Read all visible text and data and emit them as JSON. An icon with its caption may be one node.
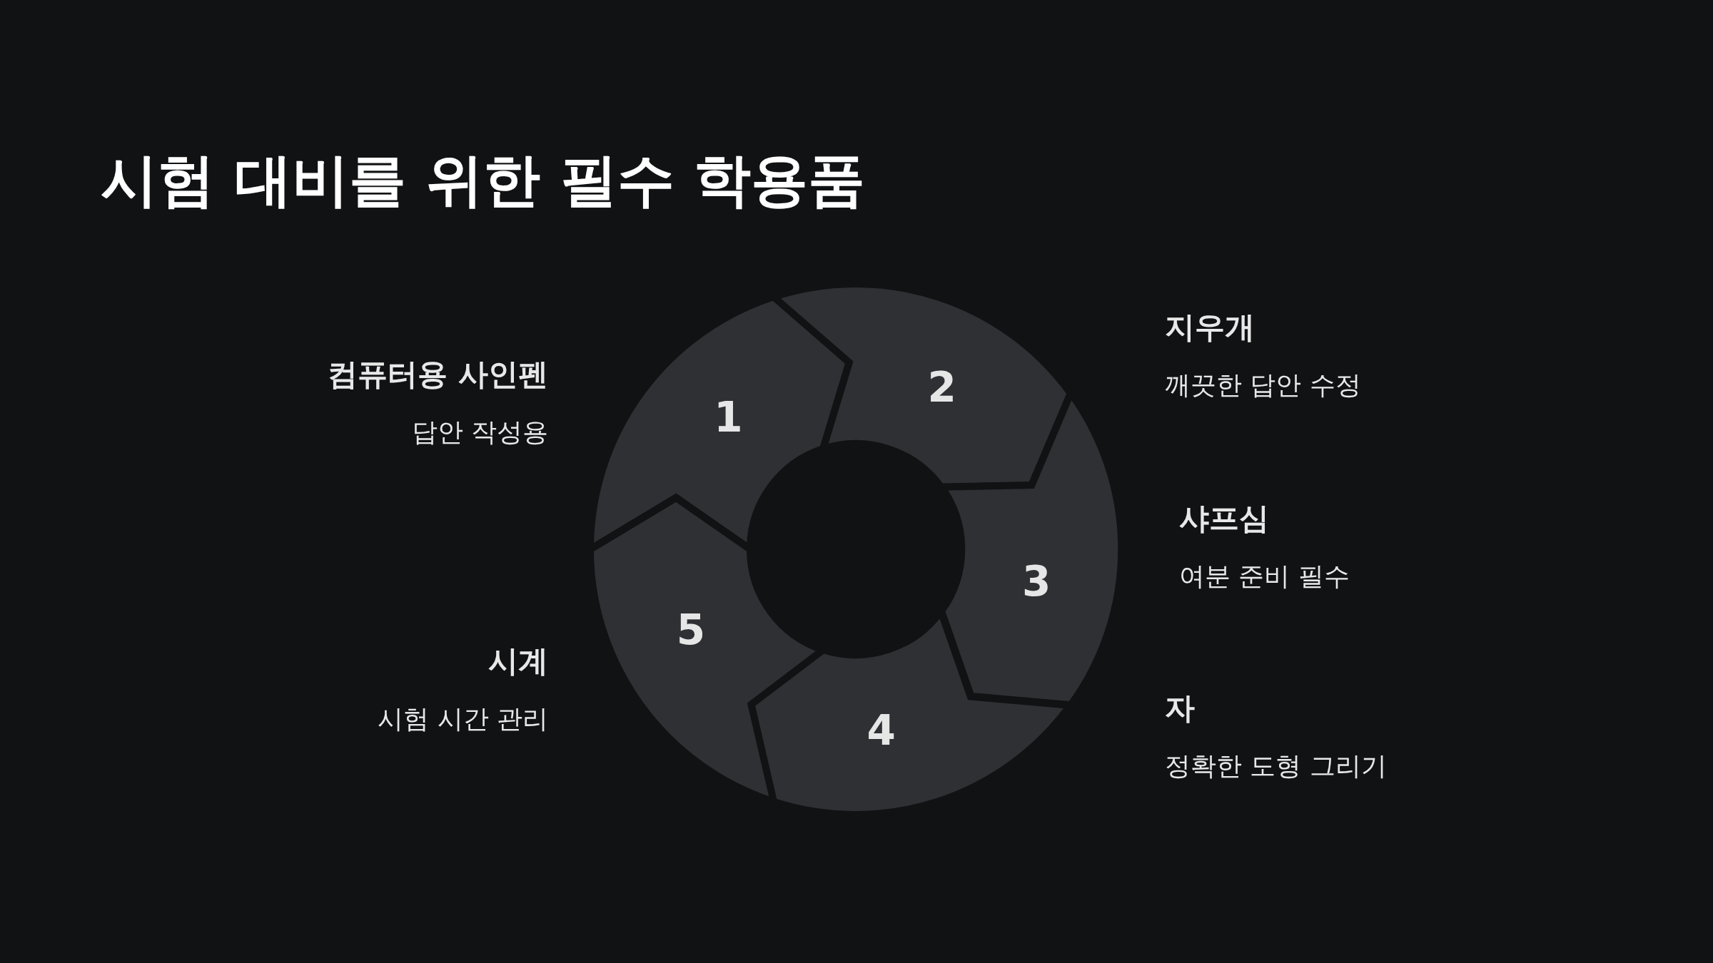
{
  "diagram": {
    "title": "시험 대비를 위한 필수 학용품",
    "nodes": [
      {
        "text": [
          "1"
        ]
      },
      {
        "text": [
          "2"
        ]
      },
      {
        "text": [
          "3"
        ]
      },
      {
        "text": [
          "4"
        ]
      },
      {
        "text": [
          "5"
        ]
      }
    ],
    "labels": [
      "지우개",
      "깨끗한 답안 수정",
      "컴퓨터용 사인펜",
      "답안 작성용",
      "샤프심",
      "여분 준비 필수",
      "시계",
      "시험 시간 관리",
      "자",
      "정확한 도형 그리기"
    ]
  }
}
